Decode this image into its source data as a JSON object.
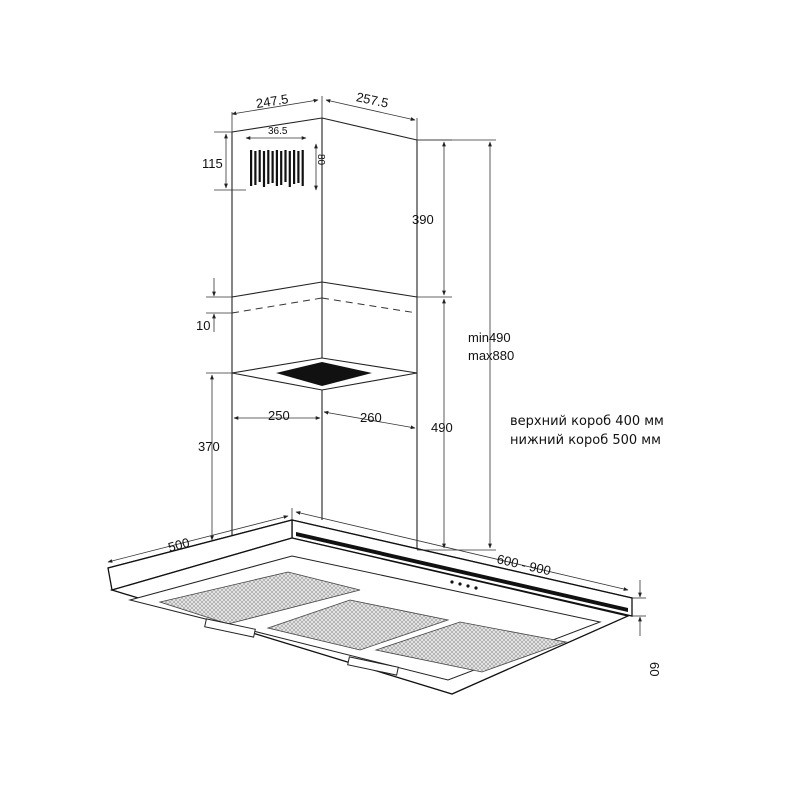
{
  "dimensions": {
    "top_left_width": "247.5",
    "top_right_width": "257.5",
    "vent_width": "36.5",
    "vent_height": "80",
    "vent_offset": "115",
    "upper_duct_height": "390",
    "overlap_gap": "10",
    "duct_range_min": "min490",
    "duct_range_max": "max880",
    "lower_left_width": "250",
    "lower_right_width": "260",
    "lower_duct_height": "490",
    "bracket_height": "370",
    "hood_depth": "500",
    "hood_width": "600 - 900",
    "hood_height": "60"
  },
  "notes": {
    "upper_box": "верхний короб 400 мм",
    "lower_box": "нижний короб 500 мм"
  },
  "colors": {
    "line": "#222222",
    "fill_dark": "#111111",
    "filter_mesh": "#bdbdbd"
  }
}
